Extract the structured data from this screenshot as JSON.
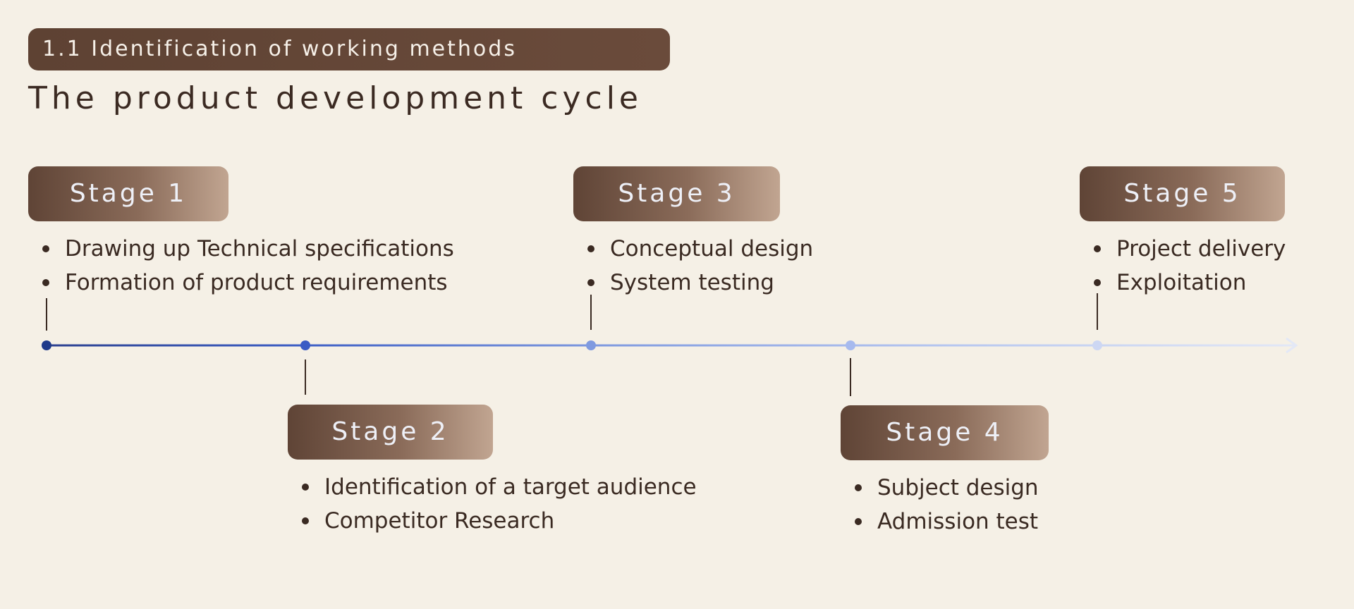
{
  "header": {
    "section_label": "1.1 Identification of working methods",
    "title": "The product development cycle"
  },
  "stages": [
    {
      "label": "Stage 1",
      "items": [
        "Drawing up Technical specifications",
        "Formation of product requirements"
      ]
    },
    {
      "label": "Stage 2",
      "items": [
        "Identification of a target audience",
        "Competitor Research"
      ]
    },
    {
      "label": "Stage 3",
      "items": [
        "Conceptual design",
        "System testing"
      ]
    },
    {
      "label": "Stage 4",
      "items": [
        "Subject design",
        "Admission test"
      ]
    },
    {
      "label": "Stage 5",
      "items": [
        "Project delivery",
        "Exploitation"
      ]
    }
  ],
  "colors": {
    "background": "#f5f0e6",
    "badge_dark": "#5f4436",
    "badge_light": "#c1a591",
    "timeline_start": "#2a3f8f",
    "timeline_end": "#e3e8f6",
    "text": "#3a2a22"
  }
}
